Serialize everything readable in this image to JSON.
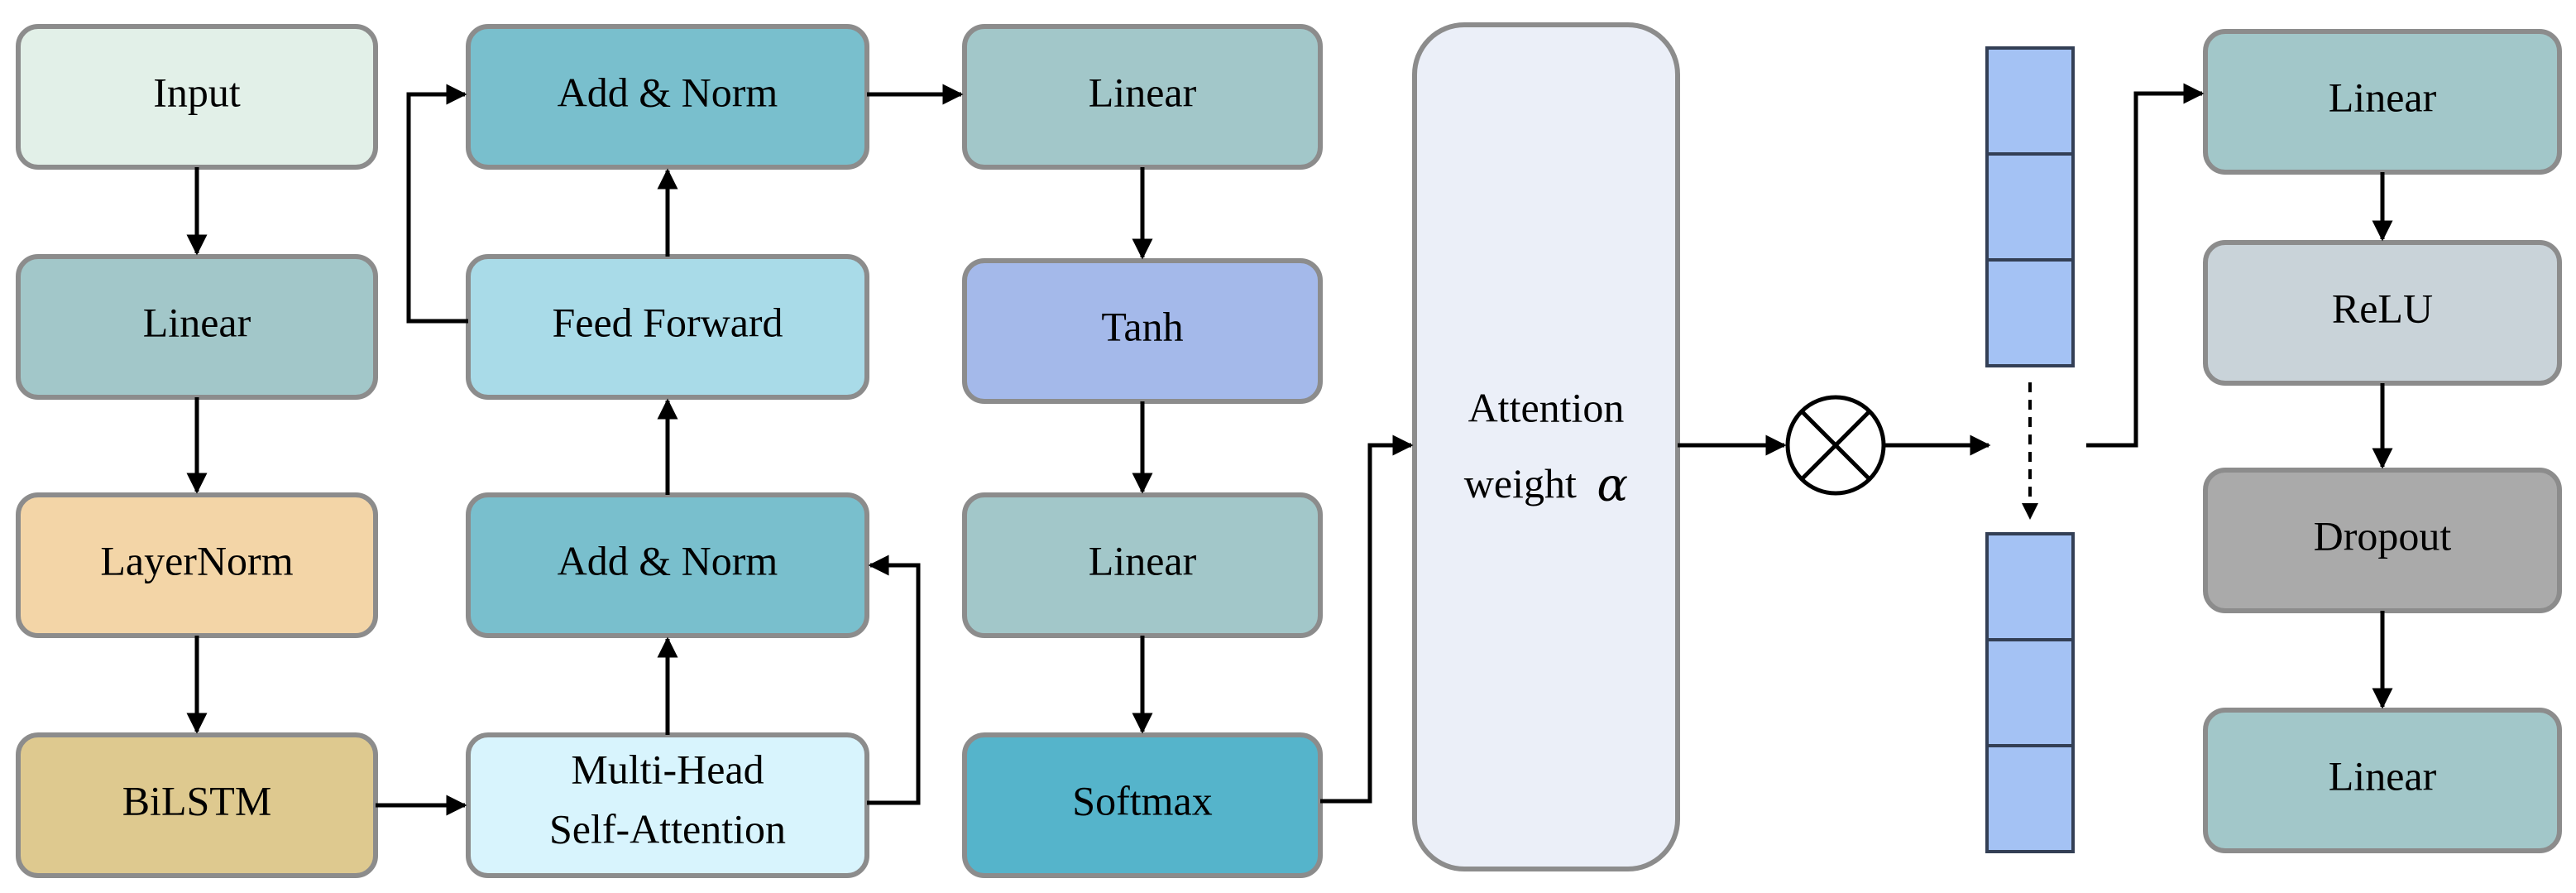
{
  "colors": {
    "input": "#e2f0e8",
    "linear": "#a2c7c9",
    "layernorm": "#f3d5a7",
    "bilstm": "#dec98f",
    "add_norm": "#79bfcd",
    "feed_forward": "#a9dbe8",
    "self_attention": "#d8f4fd",
    "tanh": "#a4b9ea",
    "softmax": "#55b4cb",
    "attention": "#ebeff8",
    "relu": "#c9d3d9",
    "dropout": "#aaaaaa",
    "vector": "#a4c2f4"
  },
  "nodes": {
    "input": "Input",
    "linear_1": "Linear",
    "layernorm": "LayerNorm",
    "bilstm": "BiLSTM",
    "add_norm_top": "Add & Norm",
    "feed_forward": "Feed Forward",
    "add_norm_bottom": "Add & Norm",
    "mhsa_line1": "Multi-Head",
    "mhsa_line2": "Self-Attention",
    "linear_2": "Linear",
    "tanh": "Tanh",
    "linear_3": "Linear",
    "softmax": "Softmax",
    "attention_line1": "Attention",
    "attention_line2": "weight",
    "attention_symbol": "α",
    "linear_4": "Linear",
    "relu": "ReLU",
    "dropout": "Dropout",
    "linear_5": "Linear"
  },
  "operators": {
    "multiply": "multiply-icon"
  }
}
